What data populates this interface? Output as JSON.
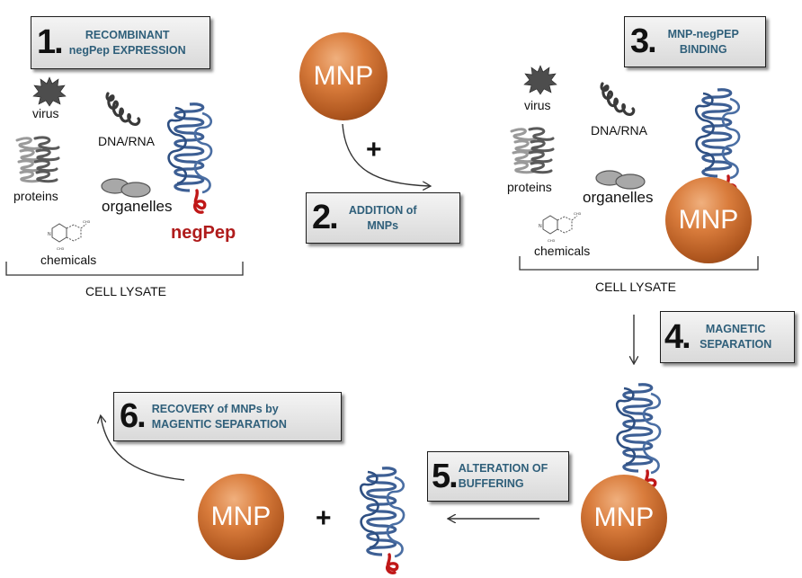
{
  "steps": [
    {
      "num": "1.",
      "text": "RECOMBINANT negPep EXPRESSION"
    },
    {
      "num": "2.",
      "text": "ADDITION of MNPs"
    },
    {
      "num": "3.",
      "text": "MNP-negPEP BINDING"
    },
    {
      "num": "4.",
      "text": "MAGNETIC SEPARATION"
    },
    {
      "num": "5.",
      "text": "ALTERATION OF BUFFERING"
    },
    {
      "num": "6.",
      "text": "RECOVERY of MNPs by MAGENTIC SEPARATION"
    }
  ],
  "labels": {
    "virus": "virus",
    "dna": "DNA/RNA",
    "proteins": "proteins",
    "organelles": "organelles",
    "chemicals": "chemicals",
    "cell_lysate": "CELL LYSATE",
    "negpep": "negPep",
    "mnp": "MNP",
    "plus": "+"
  },
  "colors": {
    "step_text": "#2f5f7a",
    "peptide": "#3d5f94",
    "tag": "#c01818",
    "mnp": "#c0652a"
  }
}
